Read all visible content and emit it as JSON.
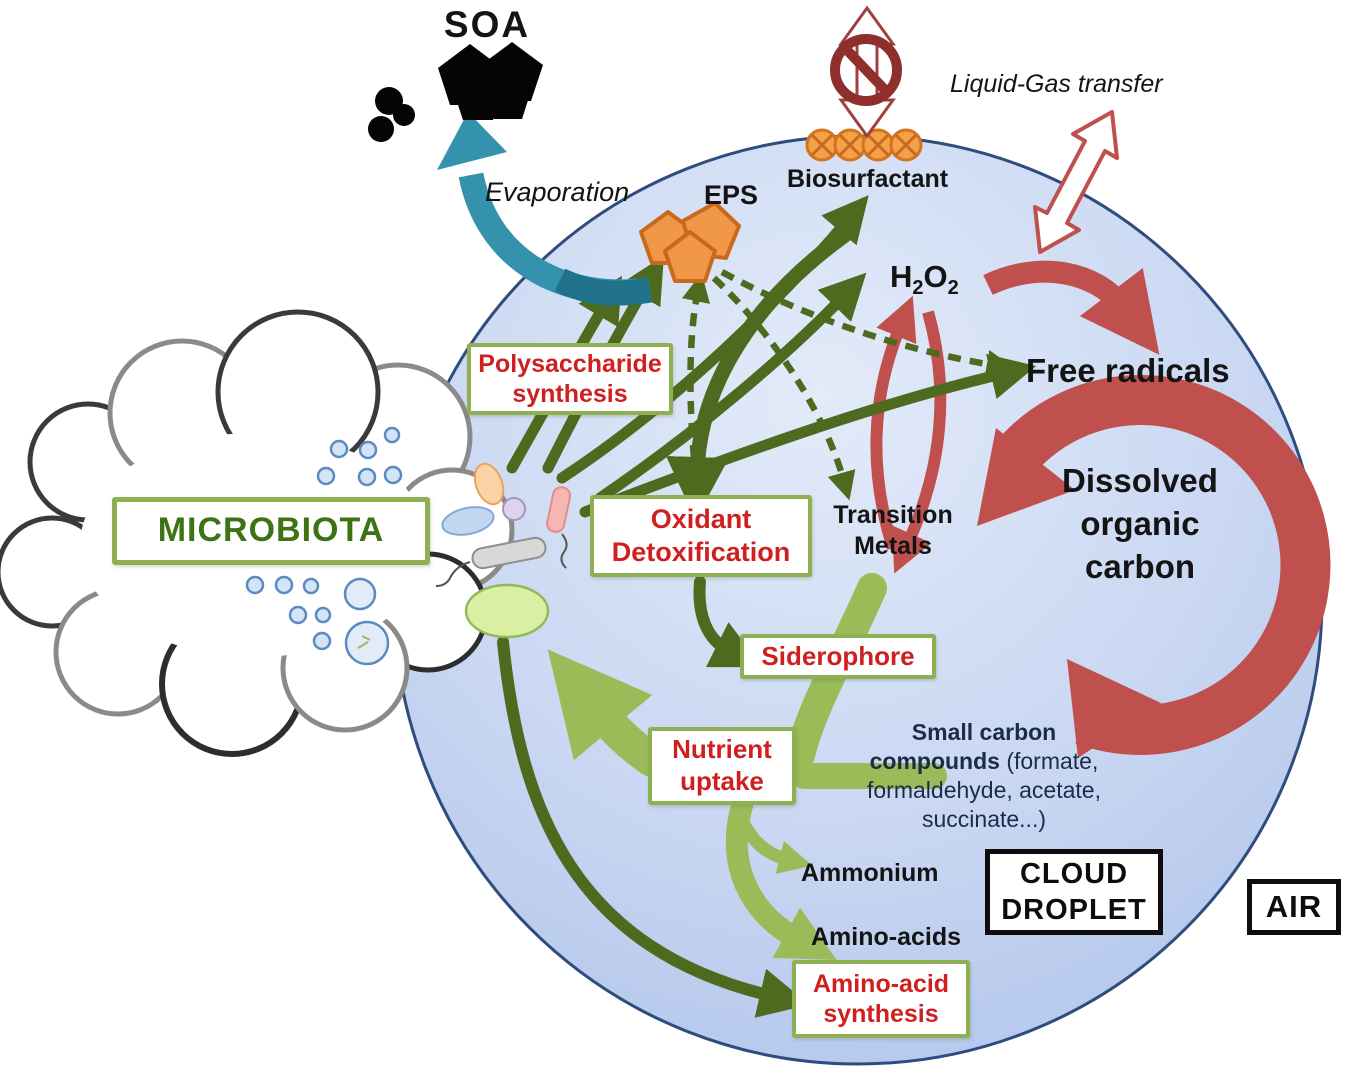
{
  "palette": {
    "droplet_fill": "#c9d7f2",
    "droplet_border": "#2e4c7e",
    "dark_green_arrow": "#4e6a1f",
    "light_green_arrow": "#9bbb59",
    "box_border_green": "#8fb052",
    "red_arrow": "#c0504d",
    "dark_red_sign": "#8e2f2d",
    "red_text": "#cf1f1f",
    "microbiota_green_text": "#3e7315",
    "teal_arrow": "#3592ad",
    "orange_shape": "#f0974a",
    "black_text": "#141414"
  },
  "labels": {
    "soa": "SOA",
    "evaporation": "Evaporation",
    "eps": "EPS",
    "biosurfactant": "Biosurfactant",
    "liquid_gas": "Liquid-Gas transfer",
    "h2o2": {
      "b1": "H",
      "s1": "2",
      "b2": "O",
      "s2": "2"
    },
    "free_radicals": "Free radicals",
    "dissolved_organic_carbon": "Dissolved\norganic\ncarbon",
    "transition_metals": "Transition\nMetals",
    "small_carbon_bold": "Small carbon compounds",
    "small_carbon_rest": " (formate, formaldehyde, acetate, succinate...)",
    "ammonium": "Ammonium",
    "amino_acids": "Amino-acids",
    "cloud_droplet": "CLOUD\nDROPLET",
    "air": "AIR"
  },
  "boxes": {
    "microbiota": "MICROBIOTA",
    "polysaccharide_synthesis": "Polysaccharide\nsynthesis",
    "oxidant_detoxification": "Oxidant\nDetoxification",
    "siderophore": "Siderophore",
    "nutrient_uptake": "Nutrient\nuptake",
    "amino_acid_synthesis": "Amino-acid\nsynthesis"
  },
  "icons": [
    "cloud-droplet-circle-icon",
    "microbiota-cloud-icon",
    "soa-particles-icon",
    "evaporation-arrow-icon",
    "eps-pentagons-icon",
    "biosurfactant-molecules-icon",
    "no-transfer-icon",
    "blocked-exchange-arrow-icon",
    "liquid-gas-transfer-arrow-icon",
    "bacteria-icons",
    "nutrient-flow-arrows-icon",
    "metabolism-arrows-icon",
    "radical-cycle-arrows-icon",
    "carbon-cycle-arrow-icon"
  ]
}
